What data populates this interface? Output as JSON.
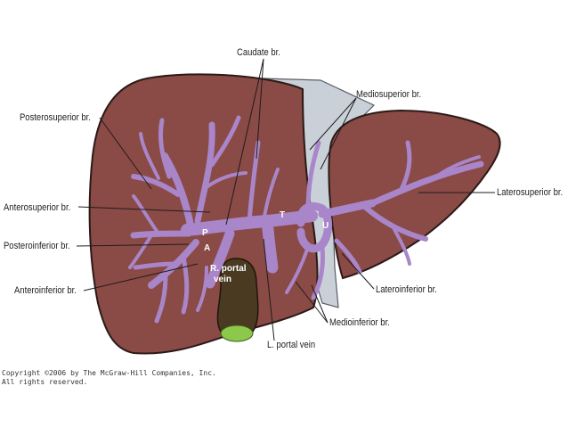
{
  "labels": {
    "caudate": "Caudate br.",
    "mediosuperior": "Mediosuperior br.",
    "posterosuperior": "Posterosuperior br.",
    "anterosuperior": "Anterosuperior br.",
    "posteroinferior": "Posteroinferior br.",
    "anteroinferior": "Anteroinferior br.",
    "laterosuperior": "Laterosuperior br.",
    "lateroinferior": "Lateroinferior br.",
    "medioinferior": "Medioinferior br.",
    "l_portal_vein": "L. portal vein",
    "r_portal_vein_line1": "R. portal",
    "r_portal_vein_line2": "vein"
  },
  "segment_letters": {
    "t": "T",
    "u": "U",
    "p": "P",
    "a": "A"
  },
  "copyright": {
    "line1": "Copyright ©2006 by The McGraw-Hill Companies, Inc.",
    "line2": "All rights reserved."
  },
  "colors": {
    "liver": "#8a4a45",
    "liver_outline": "#2a1a18",
    "ligament": "#c9d0d8",
    "portal_vein": "#a886c9",
    "gallbladder": "#4a3a22",
    "gallbladder_tip": "#8cc84a"
  }
}
